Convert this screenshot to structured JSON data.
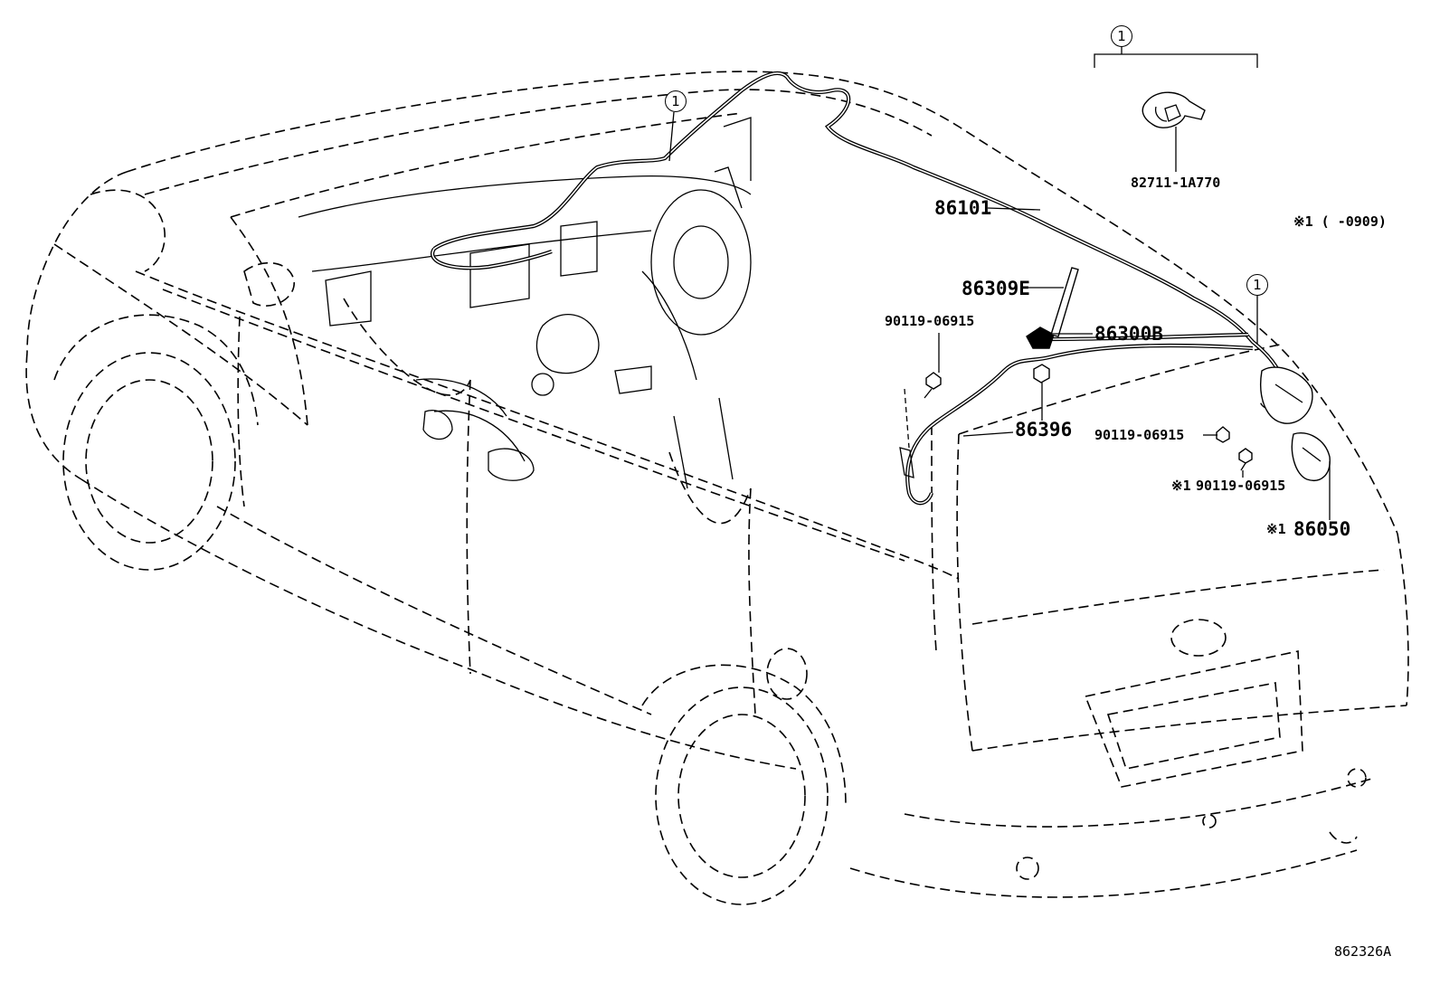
{
  "callouts": {
    "top": "1",
    "roof": "1",
    "rear": "1"
  },
  "parts": {
    "p82711": "82711-1A770",
    "p86101": "86101",
    "p86309E": "86309E",
    "p86300B": "86300B",
    "p86396": "86396",
    "p86050": "86050",
    "bolt_a": "90119-06915",
    "bolt_b": "90119-06915",
    "bolt_c": "90119-06915"
  },
  "notes": {
    "range_note": "※1 (        -0909)",
    "mark_86050": "※1",
    "mark_bolt_c": "※1"
  },
  "figure_code": "862326A"
}
